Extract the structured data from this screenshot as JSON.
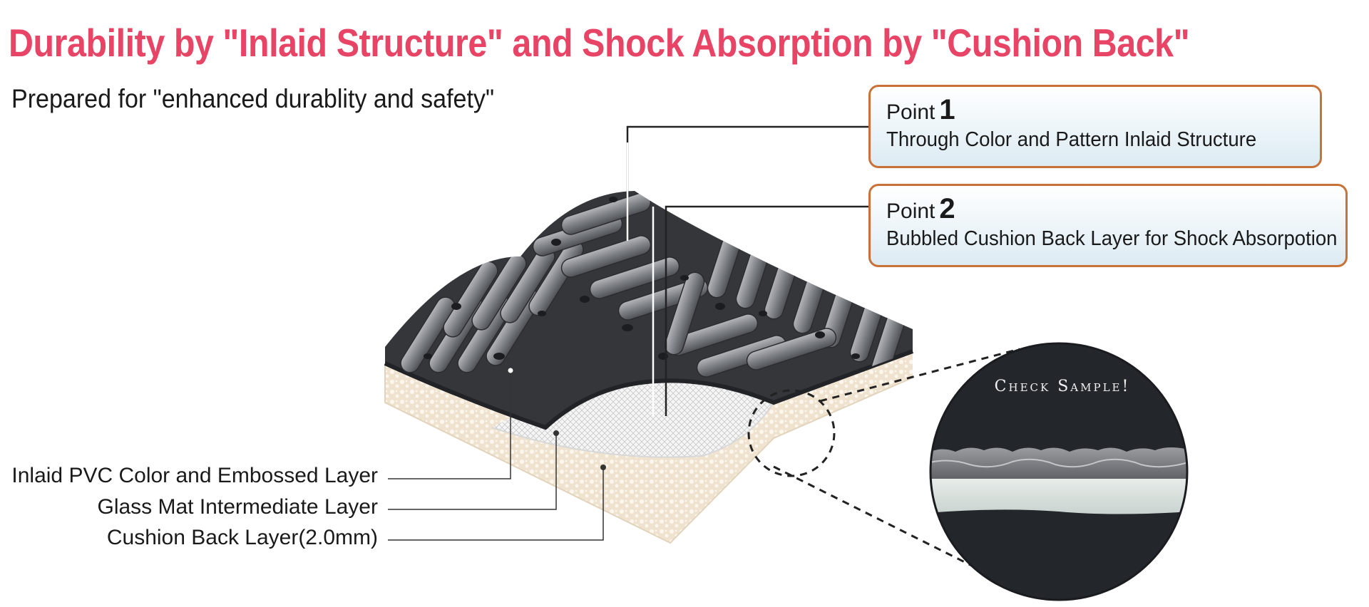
{
  "title": "Durability by \"Inlaid Structure\" and Shock Absorption by \"Cushion Back\"",
  "subtitle": "Prepared for \"enhanced durablity and safety\"",
  "points": [
    {
      "label": "Point",
      "number": "1",
      "description": "Through Color and Pattern Inlaid Structure"
    },
    {
      "label": "Point",
      "number": "2",
      "description": "Bubbled Cushion Back Layer for Shock Absorpotion"
    }
  ],
  "layers": [
    "Inlaid PVC Color and Embossed Layer",
    "Glass Mat Intermediate Layer",
    "Cushion Back Layer(2.0mm)"
  ],
  "sample_caption": "Check Sample!",
  "colors": {
    "title": "#e84466",
    "box_border": "#c87237",
    "box_fill": "#dcebf3",
    "top_layer": "#3a3c40",
    "cushion": "#efe3cf",
    "sample_bg": "#23272b"
  }
}
